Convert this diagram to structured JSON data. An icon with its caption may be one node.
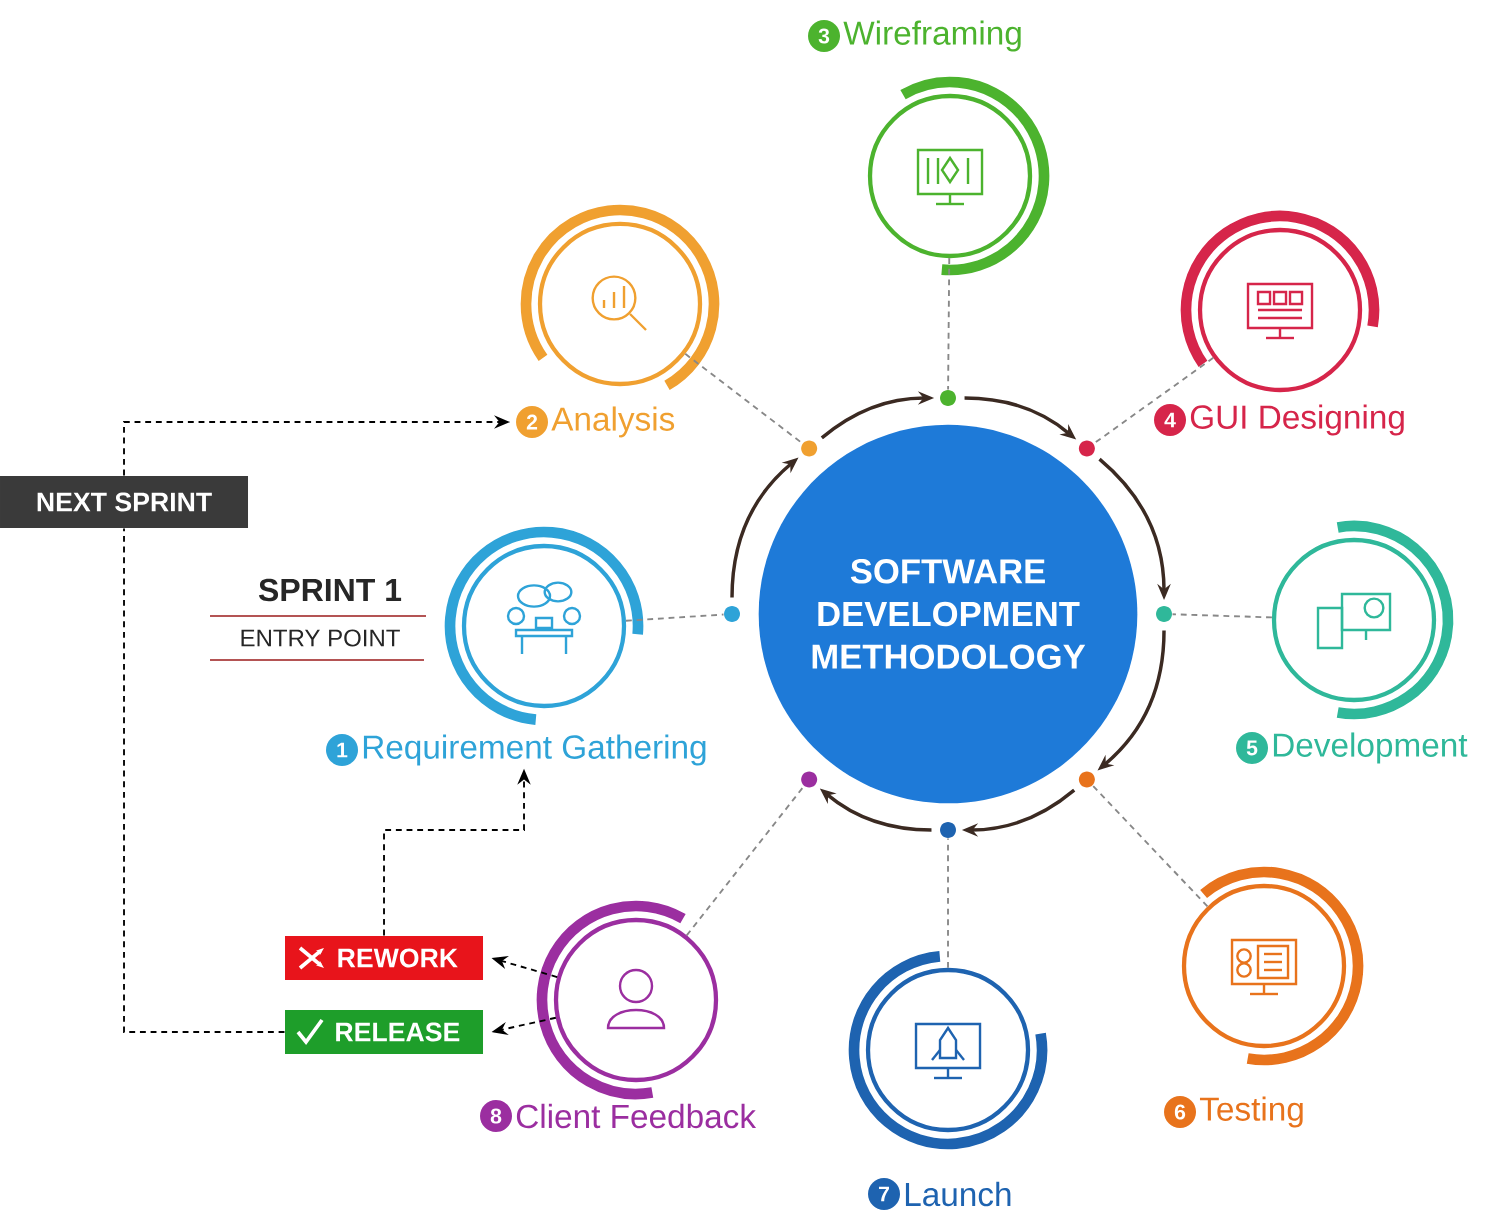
{
  "diagram": {
    "nodes": [
      {
        "text": [
          "SOFTWARE DEVELOPMENT METHODOLOGY"
        ]
      },
      {
        "text": [
          "1",
          "Requirement Gathering"
        ]
      },
      {
        "text": [
          "2",
          "Analysis"
        ]
      },
      {
        "text": [
          "3",
          "Wireframing"
        ]
      },
      {
        "text": [
          "4",
          "GUI Designing"
        ]
      },
      {
        "text": [
          "5",
          "Development"
        ]
      },
      {
        "text": [
          "6",
          "Testing"
        ]
      },
      {
        "text": [
          "7",
          "Launch"
        ]
      },
      {
        "text": [
          "8",
          "Client Feedback"
        ]
      },
      {
        "text": [],
        "shape": "circle"
      },
      {
        "text": [],
        "shape": "circle"
      },
      {
        "text": [],
        "shape": "circle"
      },
      {
        "text": [],
        "shape": "circle"
      },
      {
        "text": [],
        "shape": "circle"
      },
      {
        "text": [],
        "shape": "circle"
      },
      {
        "text": [],
        "shape": "circle"
      },
      {
        "text": [],
        "shape": "circle"
      },
      {
        "text": [
          "NEXT SPRINT"
        ]
      },
      {
        "text": [
          "REWORK"
        ]
      },
      {
        "text": [
          "RELEASE"
        ]
      }
    ],
    "edges": [
      {
        "from": 1,
        "to": 9,
        "arrow": "none",
        "style": "dashed",
        "color": "#888888"
      },
      {
        "from": 2,
        "to": 10,
        "arrow": "none",
        "style": "dashed",
        "color": "#888888"
      },
      {
        "from": 3,
        "to": 11,
        "arrow": "none",
        "style": "dashed",
        "color": "#888888"
      },
      {
        "from": 4,
        "to": 12,
        "arrow": "none",
        "style": "dashed",
        "color": "#888888"
      },
      {
        "from": 5,
        "to": 13,
        "arrow": "none",
        "style": "dashed",
        "color": "#888888"
      },
      {
        "from": 6,
        "to": 14,
        "arrow": "none",
        "style": "dashed",
        "color": "#888888"
      },
      {
        "from": 7,
        "to": 15,
        "arrow": "none",
        "style": "dashed",
        "color": "#888888"
      },
      {
        "from": 8,
        "to": 16,
        "arrow": "none",
        "style": "dashed",
        "color": "#888888"
      },
      {
        "from": 9,
        "to": 10,
        "arrow": "to",
        "color": "#3b2a22"
      },
      {
        "from": 10,
        "to": 11,
        "arrow": "to",
        "color": "#3b2a22"
      },
      {
        "from": 11,
        "to": 12,
        "arrow": "to",
        "color": "#3b2a22"
      },
      {
        "from": 12,
        "to": 13,
        "arrow": "to",
        "color": "#3b2a22"
      },
      {
        "from": 13,
        "to": 14,
        "arrow": "to",
        "color": "#3b2a22"
      },
      {
        "from": 14,
        "to": 15,
        "arrow": "to",
        "color": "#3b2a22"
      },
      {
        "from": 15,
        "to": 16,
        "arrow": "to",
        "color": "#3b2a22"
      },
      {
        "from": 8,
        "to": 18,
        "arrow": "to",
        "style": "dashed",
        "color": "#000000"
      },
      {
        "from": 8,
        "to": 19,
        "arrow": "to",
        "style": "dashed",
        "color": "#000000"
      },
      {
        "from": 18,
        "to": 1,
        "arrow": "to",
        "style": "dashed",
        "color": "#000000"
      },
      {
        "from": 19,
        "to": 17,
        "arrow": "none",
        "style": "dashed",
        "color": "#000000"
      },
      {
        "from": 17,
        "to": 2,
        "arrow": "to",
        "style": "dashed",
        "color": "#000000"
      }
    ],
    "labels": [
      "SPRINT 1",
      "ENTRY POINT"
    ]
  }
}
